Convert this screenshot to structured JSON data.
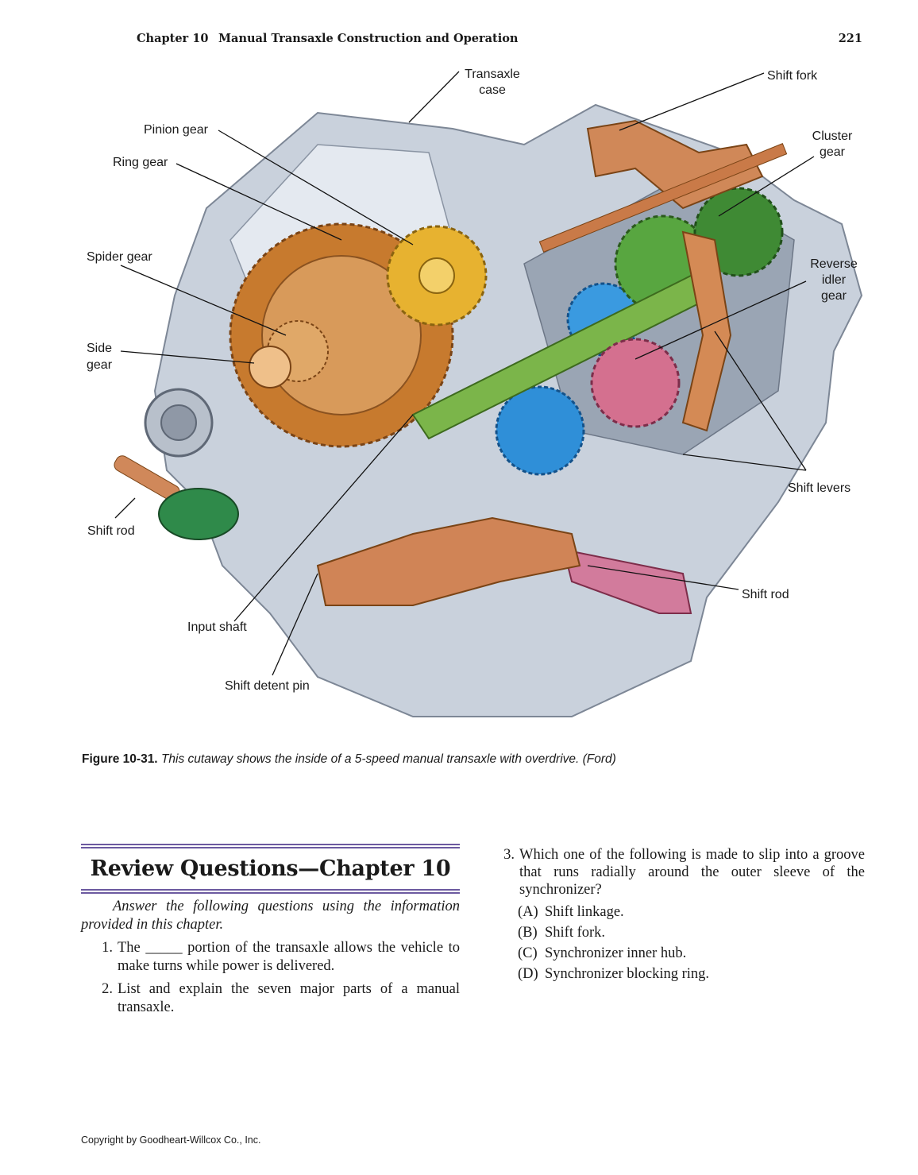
{
  "header": {
    "chapter": "Chapter 10",
    "title": "Manual Transaxle Construction and Operation",
    "page_number": "221"
  },
  "figure": {
    "labels": {
      "transaxle_case_1": "Transaxle",
      "transaxle_case_2": "case",
      "shift_fork": "Shift fork",
      "pinion_gear": "Pinion gear",
      "cluster_gear_1": "Cluster",
      "cluster_gear_2": "gear",
      "ring_gear": "Ring gear",
      "spider_gear": "Spider gear",
      "reverse_idler_1": "Reverse",
      "reverse_idler_2": "idler",
      "reverse_idler_3": "gear",
      "side_gear_1": "Side",
      "side_gear_2": "gear",
      "shift_levers": "Shift levers",
      "shift_rod_left": "Shift rod",
      "shift_rod_right": "Shift rod",
      "input_shaft": "Input shaft",
      "shift_detent_pin": "Shift detent pin"
    },
    "caption_label": "Figure 10-31.",
    "caption_text": "This cutaway shows the inside of a 5-speed manual transaxle with overdrive. (Ford)"
  },
  "review": {
    "title": "Review Questions—Chapter 10",
    "intro": "Answer the following questions using the information provided in this chapter.",
    "questions": [
      {
        "num": "1.",
        "text": "The _____ portion of the transaxle allows the vehicle to make turns while power is delivered."
      },
      {
        "num": "2.",
        "text": "List and explain the seven major parts of a manual transaxle."
      },
      {
        "num": "3.",
        "text": "Which one of the following is made to slip into a groove that runs radially around the outer sleeve of the synchronizer?",
        "options": [
          {
            "letter": "(A)",
            "text": "Shift linkage."
          },
          {
            "letter": "(B)",
            "text": "Shift fork."
          },
          {
            "letter": "(C)",
            "text": "Synchronizer inner hub."
          },
          {
            "letter": "(D)",
            "text": "Synchronizer blocking ring."
          }
        ]
      }
    ]
  },
  "footer": {
    "copyright": "Copyright by Goodheart-Willcox Co., Inc."
  }
}
